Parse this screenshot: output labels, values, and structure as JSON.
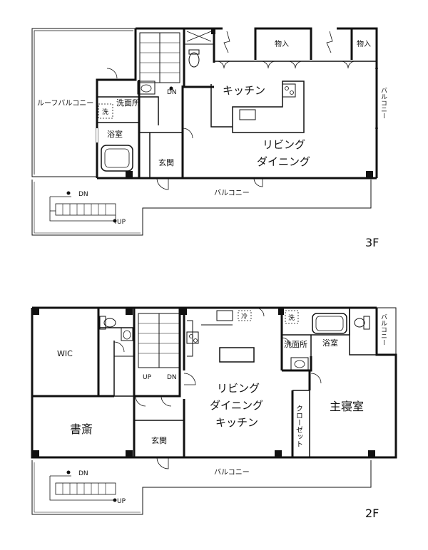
{
  "floor3": {
    "floor_label": "3F",
    "roof_balcony": "ルーフバルコニー",
    "storage_1": "物入",
    "storage_2": "物入",
    "washroom": "洗面所",
    "washer": "洗",
    "bathroom": "浴室",
    "kitchen": "キッチン",
    "living_1": "リビング",
    "living_2": "ダイニング",
    "entrance": "玄関",
    "balcony_bottom": "バルコニー",
    "balcony_right": "バルコニー",
    "stair_down": "DN",
    "ext_down": "DN",
    "ext_up": "UP"
  },
  "floor2": {
    "floor_label": "2F",
    "wic": "WIC",
    "study": "書斎",
    "entrance": "玄関",
    "living_1": "リビング",
    "living_2": "ダイニング",
    "living_3": "キッチン",
    "fridge": "冷",
    "washer": "洗",
    "washroom": "洗面所",
    "bathroom": "浴室",
    "closet": "クローゼット",
    "master_bedroom": "主寝室",
    "balcony_side": "バルコニー",
    "balcony_bottom": "バルコニー",
    "stair_up": "UP",
    "stair_down": "DN",
    "ext_down": "DN",
    "ext_up": "UP"
  }
}
